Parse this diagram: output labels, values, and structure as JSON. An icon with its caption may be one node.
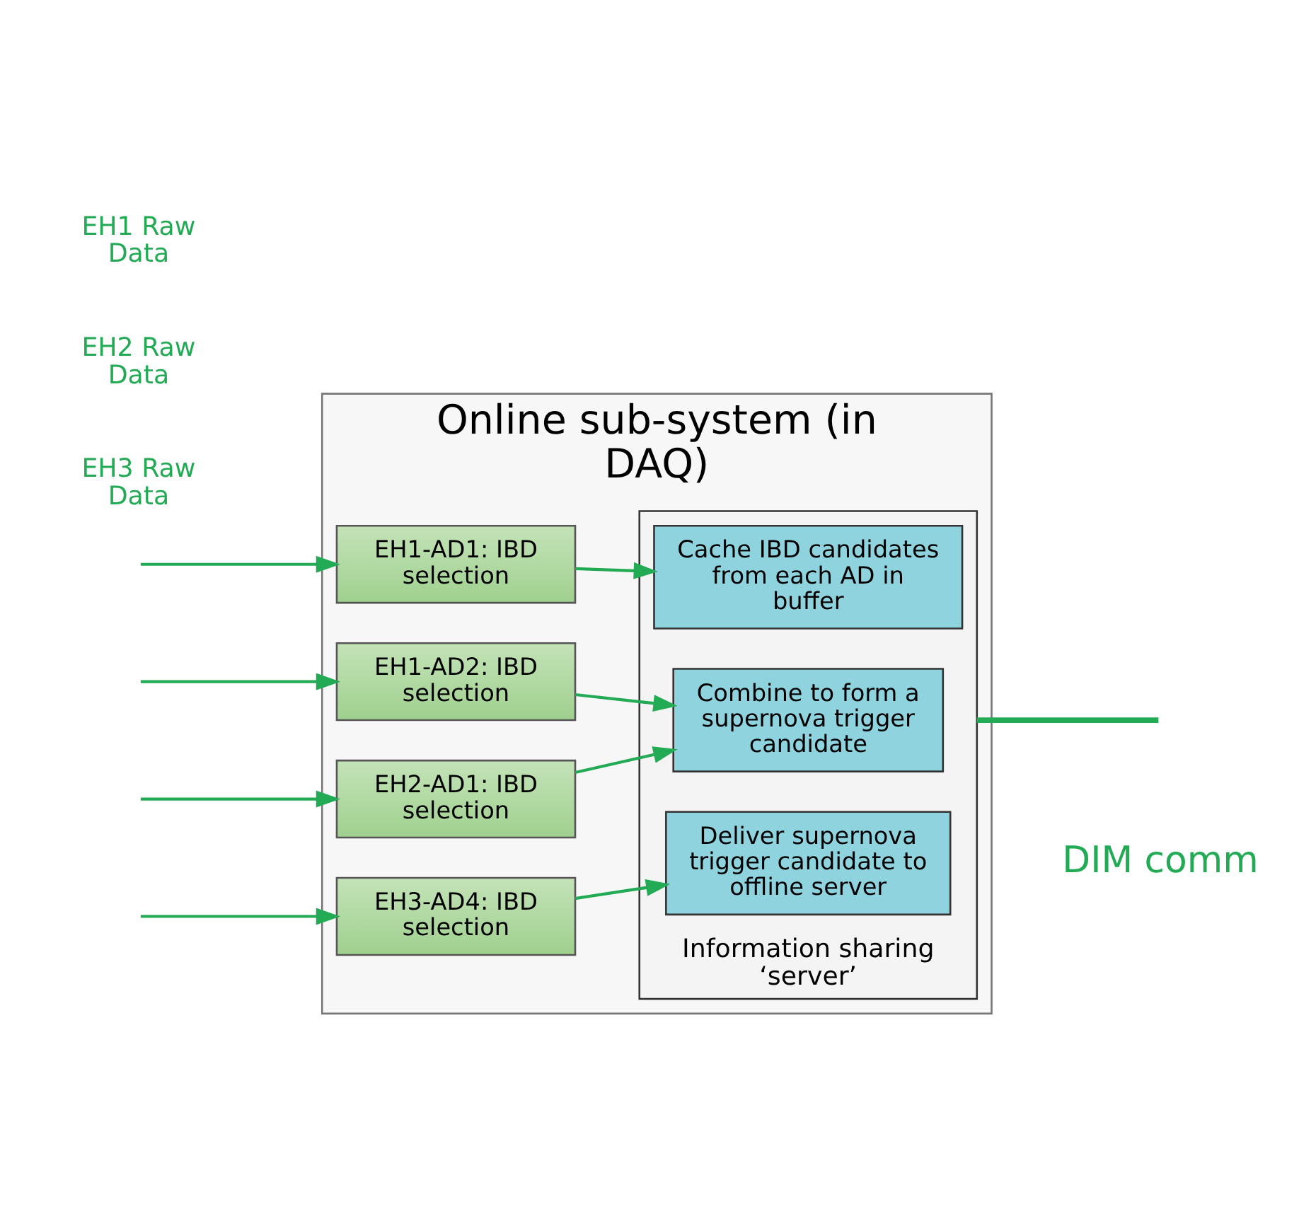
{
  "diagram": {
    "nodes": [
      {
        "text": [
          "Online sub-system (in DAQ)"
        ]
      },
      {
        "text": [
          "EH1-AD1: IBD selection"
        ],
        "in": 0
      },
      {
        "text": [
          "EH1-AD2: IBD selection"
        ],
        "in": 0
      },
      {
        "text": [
          "EH2-AD1: IBD selection"
        ],
        "in": 0
      },
      {
        "text": [
          "EH3-AD4: IBD selection"
        ],
        "in": 0
      },
      {
        "text": [
          "Information sharing ‘server’"
        ],
        "in": 0
      },
      {
        "text": [
          "Cache IBD candidates from each AD in buffer"
        ],
        "in": 5
      },
      {
        "text": [
          "Combine to form a supernova trigger candidate"
        ],
        "in": 5
      },
      {
        "text": [
          "Deliver supernova trigger candidate to offline server"
        ],
        "in": 5
      }
    ],
    "edges": [
      {
        "from": null,
        "to": 1,
        "arrow": "to"
      },
      {
        "from": null,
        "to": 2,
        "arrow": "to"
      },
      {
        "from": null,
        "to": 3,
        "arrow": "to"
      },
      {
        "from": null,
        "to": 4,
        "arrow": "to"
      },
      {
        "from": 1,
        "to": 6,
        "arrow": "to"
      },
      {
        "from": 2,
        "to": 7,
        "arrow": "to"
      },
      {
        "from": 3,
        "to": 7,
        "arrow": "to"
      },
      {
        "from": 4,
        "to": 8,
        "arrow": "to"
      },
      {
        "from": 5,
        "to": null,
        "arrow": "none",
        "style": "thick"
      }
    ],
    "labels": [
      "EH1 Raw Data",
      "EH2 Raw Data",
      "EH3 Raw Data",
      "DIM comm"
    ]
  }
}
